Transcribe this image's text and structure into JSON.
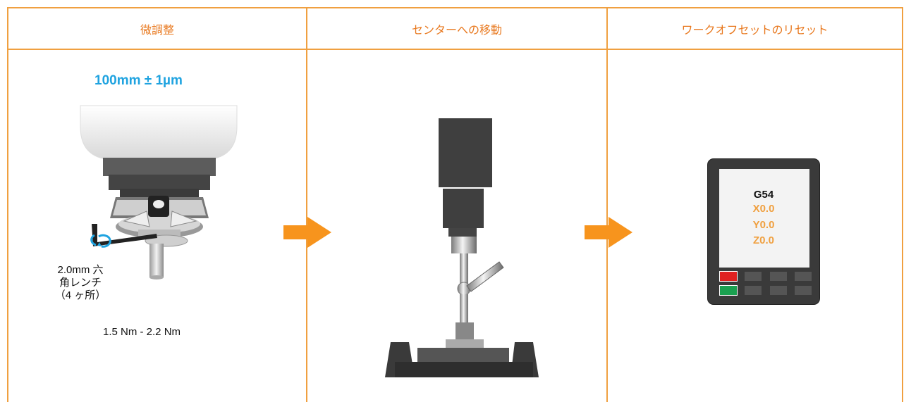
{
  "panels": [
    {
      "header": "微調整"
    },
    {
      "header": "センターへの移動"
    },
    {
      "header": "ワークオフセットのリセット"
    }
  ],
  "fine_adjust": {
    "spec": "100mm ± 1µm",
    "wrench_label": "2.0mm 六角レンチ（4 ヶ所）",
    "wrench_line1": "2.0mm 六",
    "wrench_line2": "角レンチ",
    "wrench_line3": "（4 ヶ所）",
    "torque": "1.5 Nm - 2.2 Nm"
  },
  "offset_screen": {
    "title": "G54",
    "x": "X0.0",
    "y": "Y0.0",
    "z": "Z0.0"
  },
  "colors": {
    "border": "#f0a040",
    "header_text": "#e8781e",
    "arrow": "#f7941d",
    "spec": "#1fa3e0",
    "offset_values": "#f0a040",
    "red_button": "#e02020",
    "green_button": "#1aa050"
  }
}
